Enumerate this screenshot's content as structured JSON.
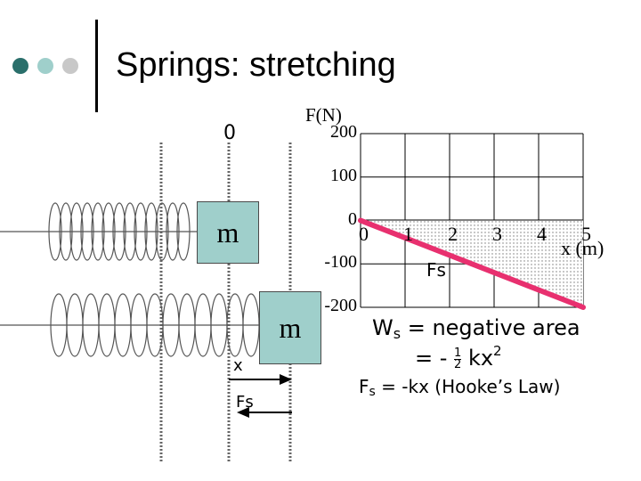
{
  "slide": {
    "title": "Springs: stretching",
    "dot_colors": [
      "#2a6f6b",
      "#9fcfcb",
      "#c8c8c8"
    ]
  },
  "diagram": {
    "zero_label": "0",
    "block_top_label": "m",
    "block_bottom_label": "m",
    "displacement_label": "x",
    "force_arrow_label": "Fs",
    "block_color": "#9fcfcb"
  },
  "chart_data": {
    "type": "area",
    "ylabel": "F(N)",
    "xlabel": "x (m)",
    "x_ticks": [
      "0",
      "1",
      "2",
      "3",
      "4",
      "5"
    ],
    "y_ticks": [
      "200",
      "100",
      "0",
      "-100",
      "-200"
    ],
    "xlim": [
      0,
      5
    ],
    "ylim": [
      -200,
      200
    ],
    "grid": true,
    "series": [
      {
        "name": "Fs",
        "x": [
          0,
          5
        ],
        "y": [
          0,
          -200
        ]
      }
    ],
    "line_color": "#e8306f",
    "shaded_region": "between line and x-axis (negative area)"
  },
  "annotations": {
    "work_line1_sym": "W",
    "work_line1_sub": "s",
    "work_line1_rest": " = negative area",
    "work_line2_prefix": "= - ",
    "work_line2_frac_num": "1",
    "work_line2_frac_den": "2",
    "work_line2_var": " kx",
    "work_line2_exp": "2",
    "hooke_sym": "F",
    "hooke_sub": "s",
    "hooke_rest": " = -kx (Hooke’s Law)"
  }
}
